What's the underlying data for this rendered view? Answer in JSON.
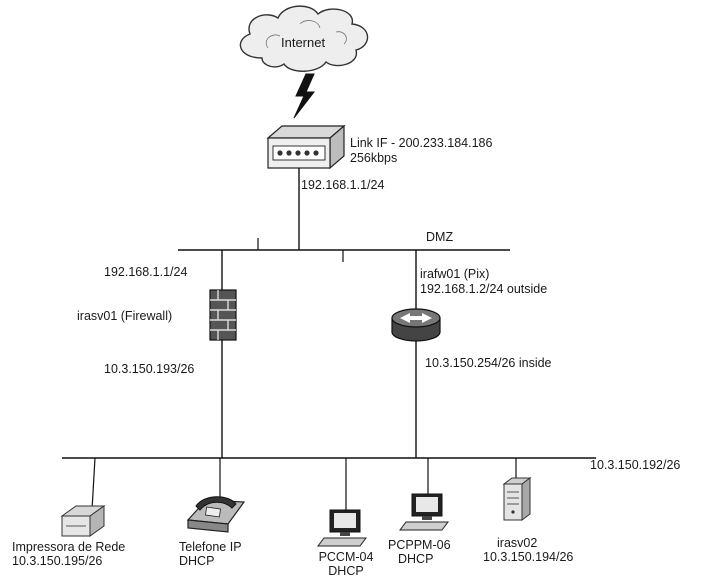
{
  "internet": {
    "label": "Internet"
  },
  "router": {
    "link_label": "Link IF - 200.233.184.186",
    "speed": "256kbps",
    "lan_ip": "192.168.1.1/24"
  },
  "dmz": {
    "label": "DMZ"
  },
  "firewall": {
    "outside_ip": "192.168.1.1/24",
    "name": "irasv01 (Firewall)",
    "inside_ip": "10.3.150.193/26"
  },
  "pix": {
    "name": "irafw01 (Pix)",
    "outside_ip": "192.168.1.2/24 outside",
    "inside_ip": "10.3.150.254/26 inside"
  },
  "lan": {
    "subnet": "10.3.150.192/26"
  },
  "devices": [
    {
      "name": "Impressora de Rede",
      "detail": "10.3.150.195/26",
      "icon": "printer-icon"
    },
    {
      "name": "Telefone IP",
      "detail": "DHCP",
      "icon": "ip-phone-icon"
    },
    {
      "name": "PCCM-04",
      "detail": "DHCP",
      "icon": "workstation-icon"
    },
    {
      "name": "PCPPM-06",
      "detail": "DHCP",
      "icon": "workstation-icon"
    },
    {
      "name": "irasv02",
      "detail": "10.3.150.194/26",
      "icon": "server-icon"
    }
  ]
}
